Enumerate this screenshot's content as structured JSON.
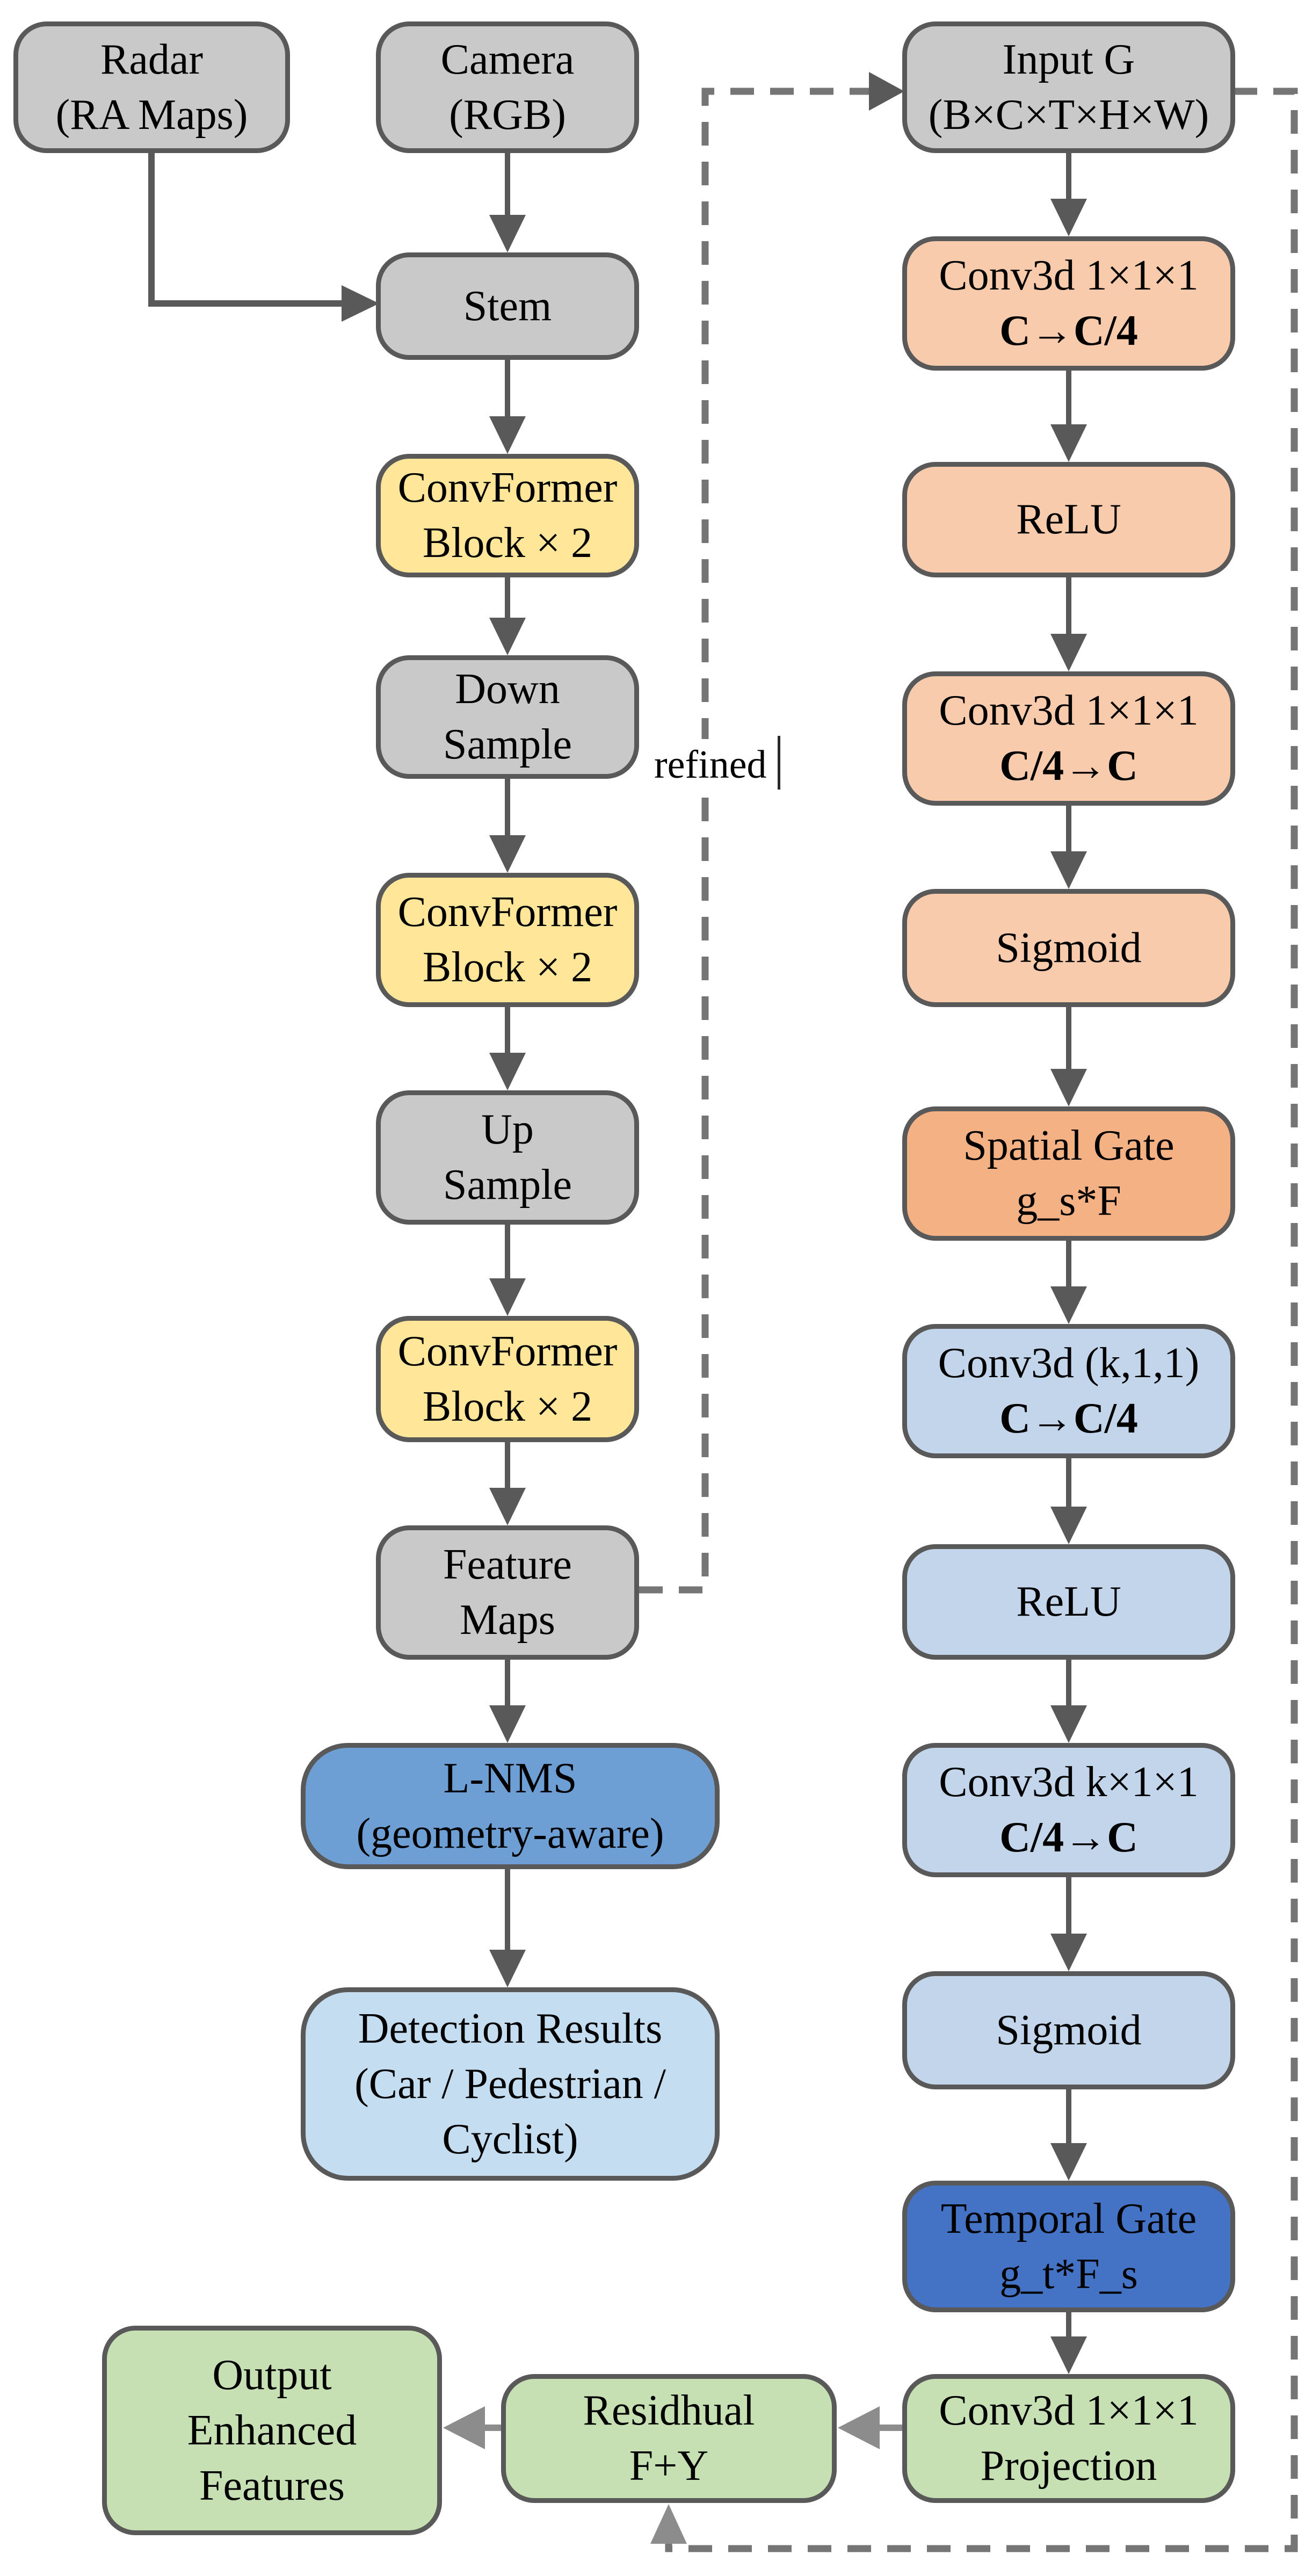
{
  "figure": {
    "type": "flowchart",
    "description_labels": {
      "refined": "refined"
    }
  },
  "palette": {
    "box_gray": "#c9c9c9",
    "box_yellow": "#ffe699",
    "box_peach": "#f8cbad",
    "box_orange": "#f4b183",
    "box_lightblue": "#c3d5ea",
    "box_royalblue": "#4472c4",
    "box_steelblue": "#6d9ed4",
    "box_paleblue": "#c5ddf1",
    "box_green": "#c6e0b4",
    "border_gray": "#595959",
    "arrow_dark": "#595959",
    "arrow_light": "#8c8c8c",
    "dashed_line": "#757575"
  },
  "nodes": {
    "radar": {
      "line1": "Radar",
      "line2": "(RA Maps)",
      "fill": "#c9c9c9"
    },
    "camera": {
      "line1": "Camera",
      "line2": "(RGB)",
      "fill": "#c9c9c9"
    },
    "stem": {
      "line1": "Stem",
      "fill": "#c9c9c9"
    },
    "convformer1": {
      "line1": "ConvFormer",
      "line2": "Block × 2",
      "fill": "#ffe699"
    },
    "downsample": {
      "line1": "Down",
      "line2": "Sample",
      "fill": "#c9c9c9"
    },
    "convformer2": {
      "line1": "ConvFormer",
      "line2": "Block × 2",
      "fill": "#ffe699"
    },
    "upsample": {
      "line1": "Up",
      "line2": "Sample",
      "fill": "#c9c9c9"
    },
    "convformer3": {
      "line1": "ConvFormer",
      "line2": "Block × 2",
      "fill": "#ffe699"
    },
    "feature_maps": {
      "line1": "Feature",
      "line2": "Maps",
      "fill": "#c9c9c9"
    },
    "lnms": {
      "line1": "L-NMS",
      "line2": "(geometry-aware)",
      "fill": "#6d9ed4"
    },
    "detection": {
      "line1": "Detection Results",
      "line2": "(Car / Pedestrian /",
      "line3": "Cyclist)",
      "fill": "#c5ddf1"
    },
    "input_g": {
      "line1": "Input G",
      "line2": "(B×C×T×H×W)",
      "fill": "#c9c9c9"
    },
    "conv_s_reduce": {
      "line1": "Conv3d 1×1×1",
      "line2": "C→C/4",
      "fill": "#f8cbad"
    },
    "relu_s": {
      "line1": "ReLU",
      "fill": "#f8cbad"
    },
    "conv_s_expand": {
      "line1": "Conv3d 1×1×1",
      "line2": "C/4→C",
      "fill": "#f8cbad"
    },
    "sigmoid_s": {
      "line1": "Sigmoid",
      "fill": "#f8cbad"
    },
    "spatial_gate": {
      "line1": "Spatial Gate",
      "line2": "g_s*F",
      "fill": "#f4b183"
    },
    "conv_t_reduce": {
      "line1": "Conv3d (k,1,1)",
      "line2": "C→C/4",
      "fill": "#c3d5ea"
    },
    "relu_t": {
      "line1": "ReLU",
      "fill": "#c3d5ea"
    },
    "conv_t_expand": {
      "line1": "Conv3d k×1×1",
      "line2": "C/4→C",
      "fill": "#c3d5ea"
    },
    "sigmoid_t": {
      "line1": "Sigmoid",
      "fill": "#c3d5ea"
    },
    "temporal_gate": {
      "line1": "Temporal Gate",
      "line2": "g_t*F_s",
      "fill": "#4472c4"
    },
    "projection": {
      "line1": "Conv3d 1×1×1",
      "line2": "Projection",
      "fill": "#c6e0b4"
    },
    "residual": {
      "line1": "Residhual",
      "line2": "F+Y",
      "fill": "#c6e0b4"
    },
    "output": {
      "line1": "Output",
      "line2": "Enhanced",
      "line3": "Features",
      "fill": "#c6e0b4"
    }
  }
}
